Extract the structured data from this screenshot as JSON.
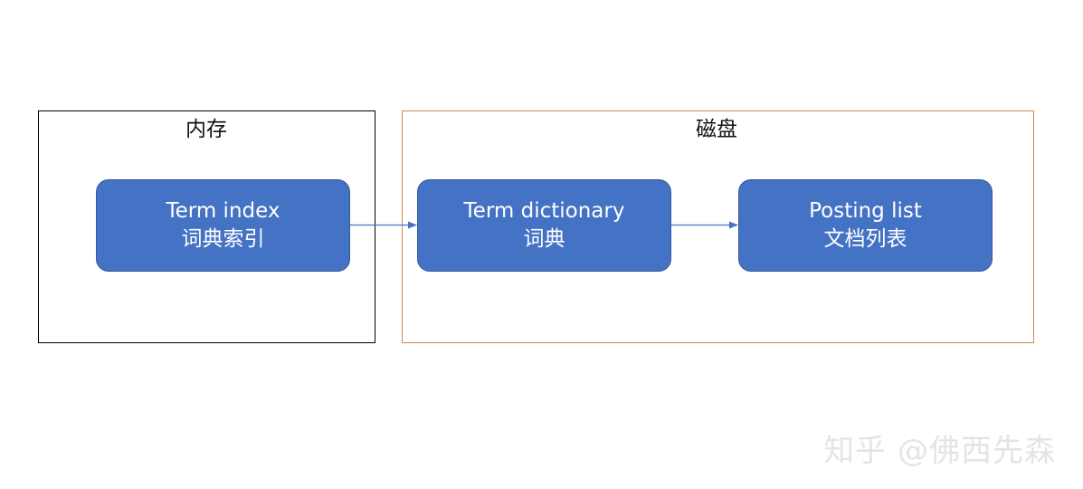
{
  "regions": {
    "memory": {
      "title": "内存"
    },
    "disk": {
      "title": "磁盘"
    }
  },
  "nodes": {
    "term_index": {
      "line1": "Term index",
      "line2": "词典索引"
    },
    "term_dictionary": {
      "line1": "Term dictionary",
      "line2": "词典"
    },
    "posting_list": {
      "line1": "Posting list",
      "line2": "文档列表"
    }
  },
  "watermark": {
    "text": "知乎 @佛西先森"
  },
  "colors": {
    "node_fill": "#4472c4",
    "node_border": "#35599b",
    "memory_border": "#000000",
    "disk_border": "#d08a4e",
    "arrow": "#4472c4"
  }
}
